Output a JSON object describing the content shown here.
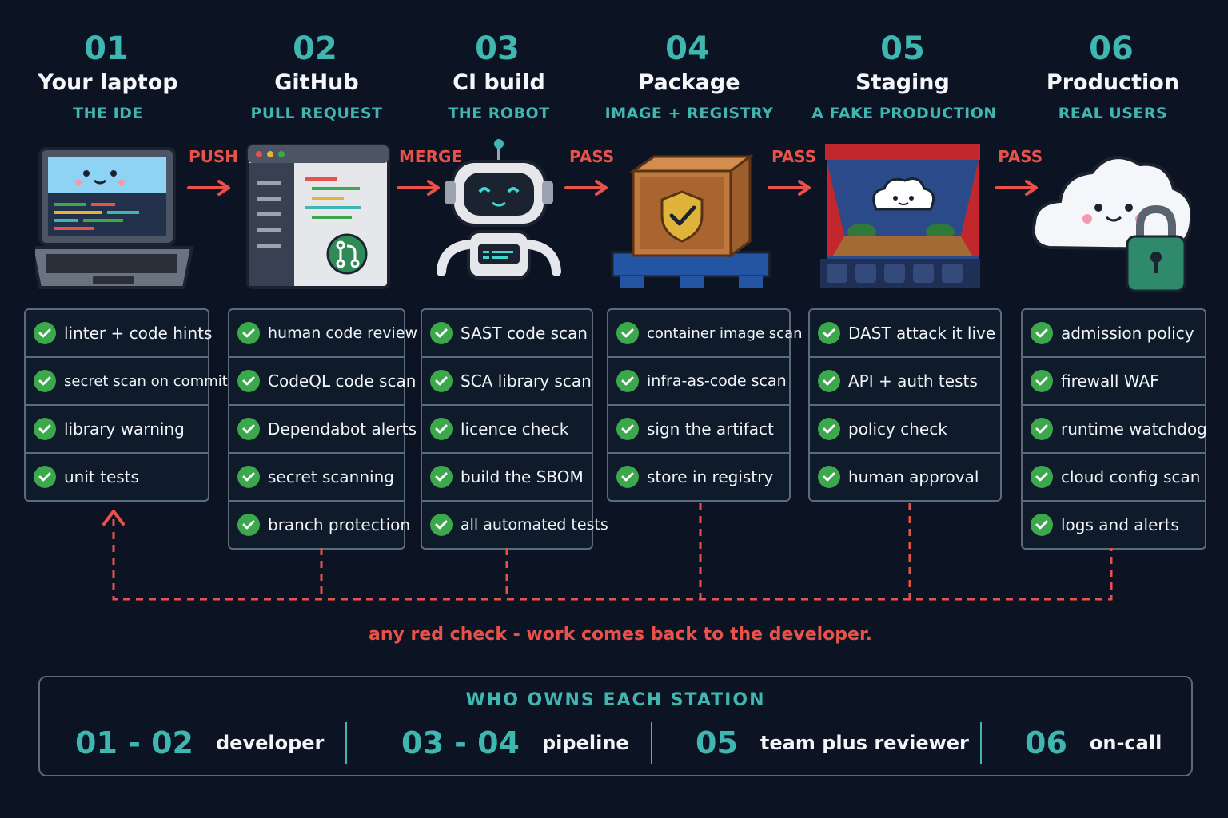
{
  "stations": [
    {
      "num": "01",
      "title": "Your laptop",
      "subtitle": "THE IDE",
      "illustration": "laptop-icon",
      "checks": [
        "linter + code hints",
        "secret scan on commit",
        "library warning",
        "unit tests"
      ]
    },
    {
      "num": "02",
      "title": "GitHub",
      "subtitle": "PULL REQUEST",
      "illustration": "browser-pull-request-icon",
      "checks": [
        "human code review",
        "CodeQL code scan",
        "Dependabot alerts",
        "secret scanning",
        "branch protection"
      ]
    },
    {
      "num": "03",
      "title": "CI build",
      "subtitle": "THE ROBOT",
      "illustration": "robot-icon",
      "checks": [
        "SAST code scan",
        "SCA library scan",
        "licence check",
        "build the SBOM",
        "all automated tests"
      ]
    },
    {
      "num": "04",
      "title": "Package",
      "subtitle": "IMAGE + REGISTRY",
      "illustration": "crate-shield-icon",
      "checks": [
        "container image scan",
        "infra-as-code scan",
        "sign the artifact",
        "store in registry"
      ]
    },
    {
      "num": "05",
      "title": "Staging",
      "subtitle": "A FAKE PRODUCTION",
      "illustration": "theater-stage-icon",
      "checks": [
        "DAST attack it live",
        "API + auth tests",
        "policy check",
        "human approval"
      ]
    },
    {
      "num": "06",
      "title": "Production",
      "subtitle": "REAL USERS",
      "illustration": "cloud-lock-icon",
      "checks": [
        "admission policy",
        "firewall WAF",
        "runtime watchdog",
        "cloud config scan",
        "logs and alerts"
      ]
    }
  ],
  "flow_labels": [
    "PUSH",
    "MERGE",
    "PASS",
    "PASS",
    "PASS"
  ],
  "feedback_note": "any red check - work comes back to the developer.",
  "owners": {
    "title": "WHO OWNS EACH STATION",
    "groups": [
      {
        "range": "01 - 02",
        "owner": "developer"
      },
      {
        "range": "03 - 04",
        "owner": "pipeline"
      },
      {
        "range": "05",
        "owner": "team plus reviewer"
      },
      {
        "range": "06",
        "owner": "on-call"
      }
    ]
  },
  "colors": {
    "background": "#0c1424",
    "accent_teal": "#3fb6b0",
    "alert_red": "#e8524a",
    "check_green": "#3aa84b",
    "border": "#5a6b80"
  }
}
